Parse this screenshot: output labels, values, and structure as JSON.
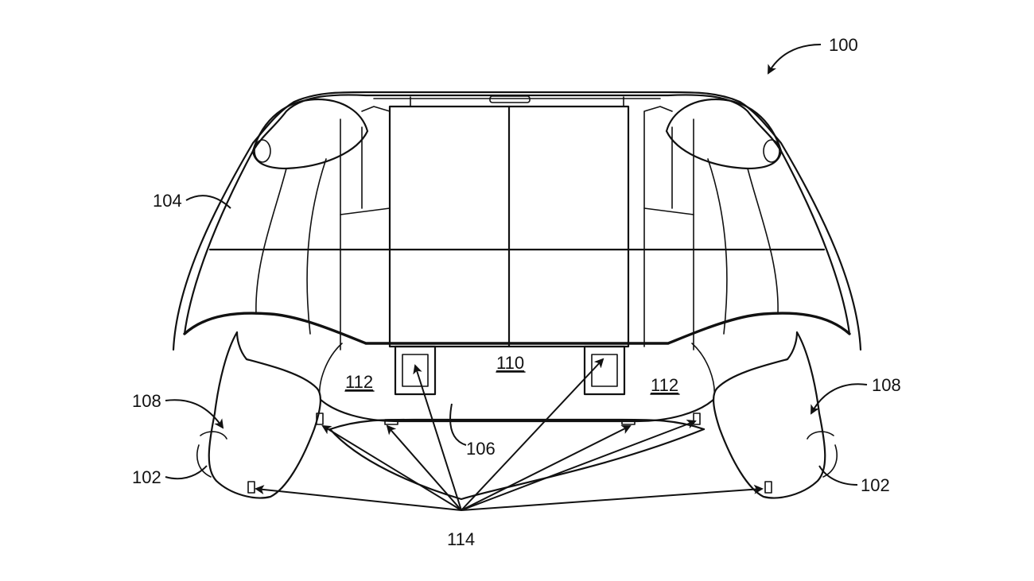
{
  "figure": {
    "labels": {
      "l100": "100",
      "l104": "104",
      "l108_left": "108",
      "l108_right": "108",
      "l102_left": "102",
      "l102_right": "102",
      "l110": "110",
      "l112_left": "112",
      "l112_right": "112",
      "l106": "106",
      "l114": "114"
    }
  }
}
